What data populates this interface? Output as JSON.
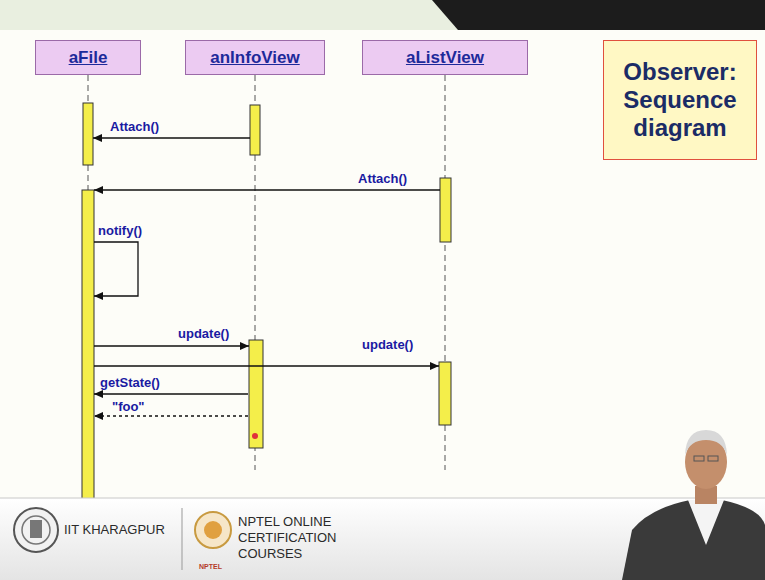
{
  "diagram": {
    "nodes": [
      {
        "text": [
          "aFile"
        ]
      },
      {
        "text": [
          "anInfoView"
        ]
      },
      {
        "text": [
          "aListView"
        ]
      },
      {
        "text": [
          "Observer: Sequence diagram"
        ]
      }
    ],
    "edges": [
      {
        "from": 1,
        "to": 0,
        "arrow": "to",
        "label": "Attach()"
      },
      {
        "from": 2,
        "to": 0,
        "arrow": "to",
        "label": "Attach()"
      },
      {
        "from": 0,
        "to": 0,
        "arrow": "to",
        "label": "notify()"
      },
      {
        "from": 0,
        "to": 1,
        "arrow": "to",
        "label": "update()"
      },
      {
        "from": 0,
        "to": 2,
        "arrow": "to",
        "label": "update()"
      },
      {
        "from": 1,
        "to": 0,
        "arrow": "to",
        "label": "getState()"
      },
      {
        "from": 1,
        "to": 0,
        "arrow": "to",
        "label": "\"foo\""
      }
    ],
    "labels": [
      "IIT KHARAGPUR",
      "NPTEL ONLINE CERTIFICATION COURSES",
      "NPTEL"
    ]
  }
}
